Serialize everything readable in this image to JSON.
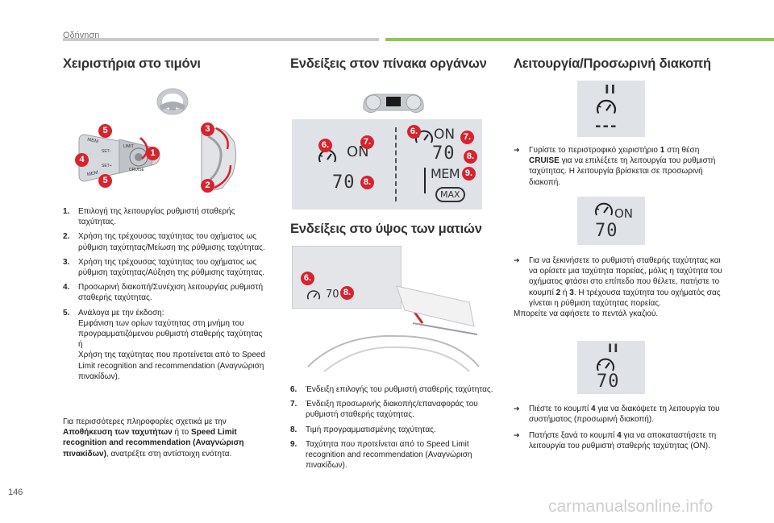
{
  "header": {
    "section": "Οδήγηση"
  },
  "page_number": "146",
  "watermark": "carmanualsonline.info",
  "col1": {
    "title": "Χειριστήρια στο τιμόνι",
    "stalk_labels": {
      "mem": "MEM",
      "limit": "LIMIT",
      "cruise": "CRUISE",
      "set_minus": "SET-",
      "set_plus": "SET+"
    },
    "callouts": [
      "5",
      "4",
      "5",
      "3",
      "1",
      "2"
    ],
    "items": [
      {
        "num": "1.",
        "text": "Επιλογή της λειτουργίας ρυθμιστή σταθερής ταχύτητας."
      },
      {
        "num": "2.",
        "text": "Χρήση της τρέχουσας ταχύτητας του οχήματος ως ρύθμιση ταχύτητας/Μείωση της ρύθμισης ταχύτητας."
      },
      {
        "num": "3.",
        "text": "Χρήση της τρέχουσας ταχύτητας του οχήματος ως ρύθμιση ταχύτητας/Αύξηση της ρύθμισης ταχύτητας."
      },
      {
        "num": "4.",
        "text": "Προσωρινή διακοπή/Συνέχιση λειτουργίας ρυθμιστή σταθερής ταχύτητας."
      },
      {
        "num": "5.",
        "text": "Ανάλογα με την έκδοση:\nΕμφάνιση των ορίων ταχύτητας στη μνήμη του προγραμματιζόμενου ρυθμιστή σταθερής ταχύτητας\nή\nΧρήση της ταχύτητας που προτείνεται από το Speed Limit recognition and recommendation (Αναγνώριση πινακίδων)."
      }
    ],
    "para_pre": "Για περισσότερες πληροφορίες σχετικά με την ",
    "para_bold1": "Αποθήκευση των ταχυτήτων",
    "para_mid": " ή το ",
    "para_bold2": "Speed Limit recognition and recommendation (Αναγνώριση πινακίδων)",
    "para_post": ", ανατρέξτε στη αντίστοιχη ενότητα."
  },
  "col2": {
    "title1": "Ενδείξεις στον πίνακα οργάνων",
    "title2": "Ενδείξεις στο ύψος των ματιών",
    "cluster": {
      "on": "ON",
      "speed": "70",
      "mem": "MEM",
      "max": "MAX"
    },
    "hud": {
      "speed": "70"
    },
    "items": [
      {
        "num": "6.",
        "text": "Ένδειξη επιλογής του ρυθμιστή σταθερής ταχύτητας."
      },
      {
        "num": "7.",
        "text": "Ένδειξη προσωρινής διακοπής/επαναφοράς του ρυθμιστή σταθερής ταχύτητας."
      },
      {
        "num": "8.",
        "text": "Τιμή προγραμματισμένης ταχύτητας."
      },
      {
        "num": "9.",
        "text": "Ταχύτητα που προτείνεται από το Speed Limit recognition and recommendation (Αναγνώριση πινακίδων)."
      }
    ]
  },
  "col3": {
    "title": "Λειτουργία/Προσωρινή διακοπή",
    "panel1": {
      "pause": "II",
      "speed": "---"
    },
    "panel2": {
      "on": "ON",
      "speed": "70"
    },
    "panel3": {
      "pause": "II",
      "speed": "70"
    },
    "bullet1_a": "Γυρίστε το περιστροφικό χειριστήριο ",
    "bullet1_b": "1",
    "bullet1_c": " στη θέση ",
    "bullet1_d": "CRUISE",
    "bullet1_e": " για να επιλέξετε τη λειτουργία του ρυθμιστή ταχύτητας. Η λειτουργία βρίσκεται σε προσωρινή διακοπή.",
    "bullet2_a": "Για να ξεκινήσετε το ρυθμιστή σταθερής ταχύτητας και να ορίσετε μια ταχύτητα πορείας, μόλις η ταχύτητα του οχήματος φτάσει στο επίπεδο που θέλετε, πατήστε το κουμπί ",
    "bullet2_b": "2",
    "bullet2_c": " ή ",
    "bullet2_d": "3",
    "bullet2_e": ". Η τρέχουσα ταχύτητα του οχήματός σας γίνεται η ρύθμιση ταχύτητας πορείας.",
    "note": "Μπορείτε να αφήσετε το πεντάλ γκαζιού.",
    "bullet3_a": "Πιέστε το κουμπί ",
    "bullet3_b": "4",
    "bullet3_c": " για να διακόψετε τη λειτουργία του συστήματος (προσωρινή διακοπή).",
    "bullet4_a": "Πατήστε ξανά το κουμπί ",
    "bullet4_b": "4",
    "bullet4_c": " για να αποκαταστήσετε τη λειτουργία του ρυθμιστή σταθερής ταχύτητας (ON).",
    "arrow_glyph": "➔"
  },
  "colors": {
    "accent_green": "#8ec84f",
    "badge_red": "#d6232f",
    "panel_grey": "#dfe2e6"
  }
}
